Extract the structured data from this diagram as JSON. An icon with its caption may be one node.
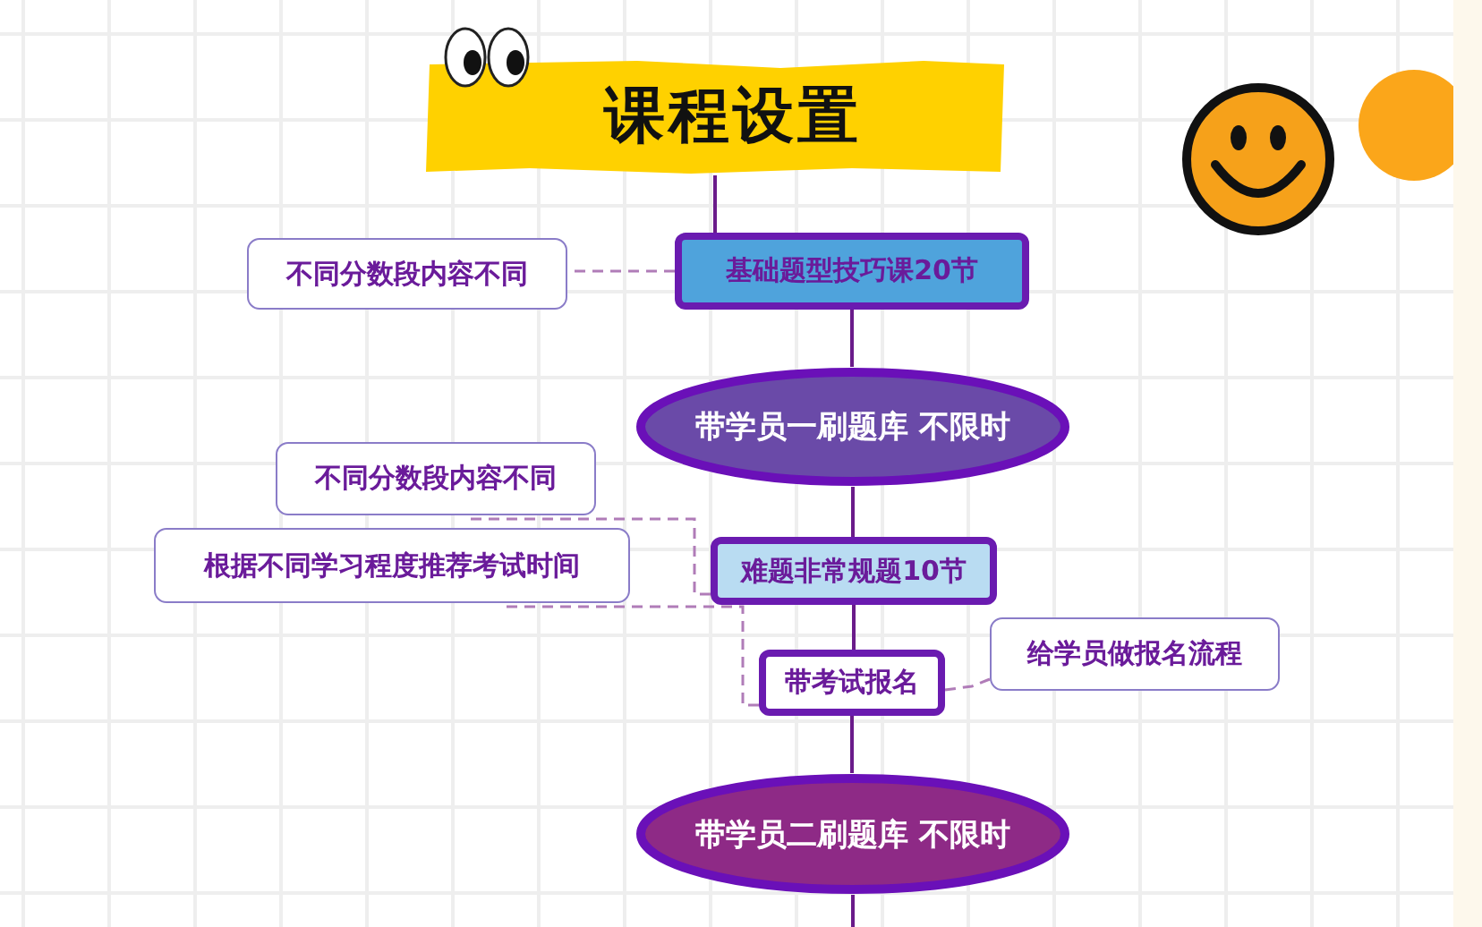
{
  "diagram": {
    "nodes": [
      {
        "text": [
          "课程设置"
        ]
      },
      {
        "text": [
          "基础题型技巧课20节"
        ]
      },
      {
        "text": [
          "不同分数段内容不同"
        ]
      },
      {
        "text": [
          "带学员一刷题库 不限时"
        ]
      },
      {
        "text": [
          "不同分数段内容不同"
        ]
      },
      {
        "text": [
          "根据不同学习程度推荐考试时间"
        ]
      },
      {
        "text": [
          "难题非常规题10节"
        ]
      },
      {
        "text": [
          "带考试报名"
        ]
      },
      {
        "text": [
          "给学员做报名流程"
        ]
      },
      {
        "text": [
          "带学员二刷题库 不限时"
        ]
      }
    ],
    "edges": [
      {
        "from": 0,
        "to": 1,
        "arrow": "none"
      },
      {
        "from": 1,
        "to": 2,
        "arrow": "none",
        "style": "dashed",
        "color": "#b07cb8"
      },
      {
        "from": 1,
        "to": 3,
        "arrow": "none"
      },
      {
        "from": 3,
        "to": 6,
        "arrow": "none"
      },
      {
        "from": 6,
        "to": 4,
        "arrow": "none",
        "style": "dashed",
        "color": "#b07cb8"
      },
      {
        "from": 6,
        "to": 7,
        "arrow": "none"
      },
      {
        "from": 7,
        "to": 5,
        "arrow": "none",
        "style": "dashed",
        "color": "#b07cb8"
      },
      {
        "from": 7,
        "to": 8,
        "arrow": "none",
        "style": "dashed",
        "color": "#b07cb8"
      },
      {
        "from": 7,
        "to": 9,
        "arrow": "none"
      },
      {
        "from": 9,
        "to": null,
        "arrow": "none"
      }
    ]
  }
}
